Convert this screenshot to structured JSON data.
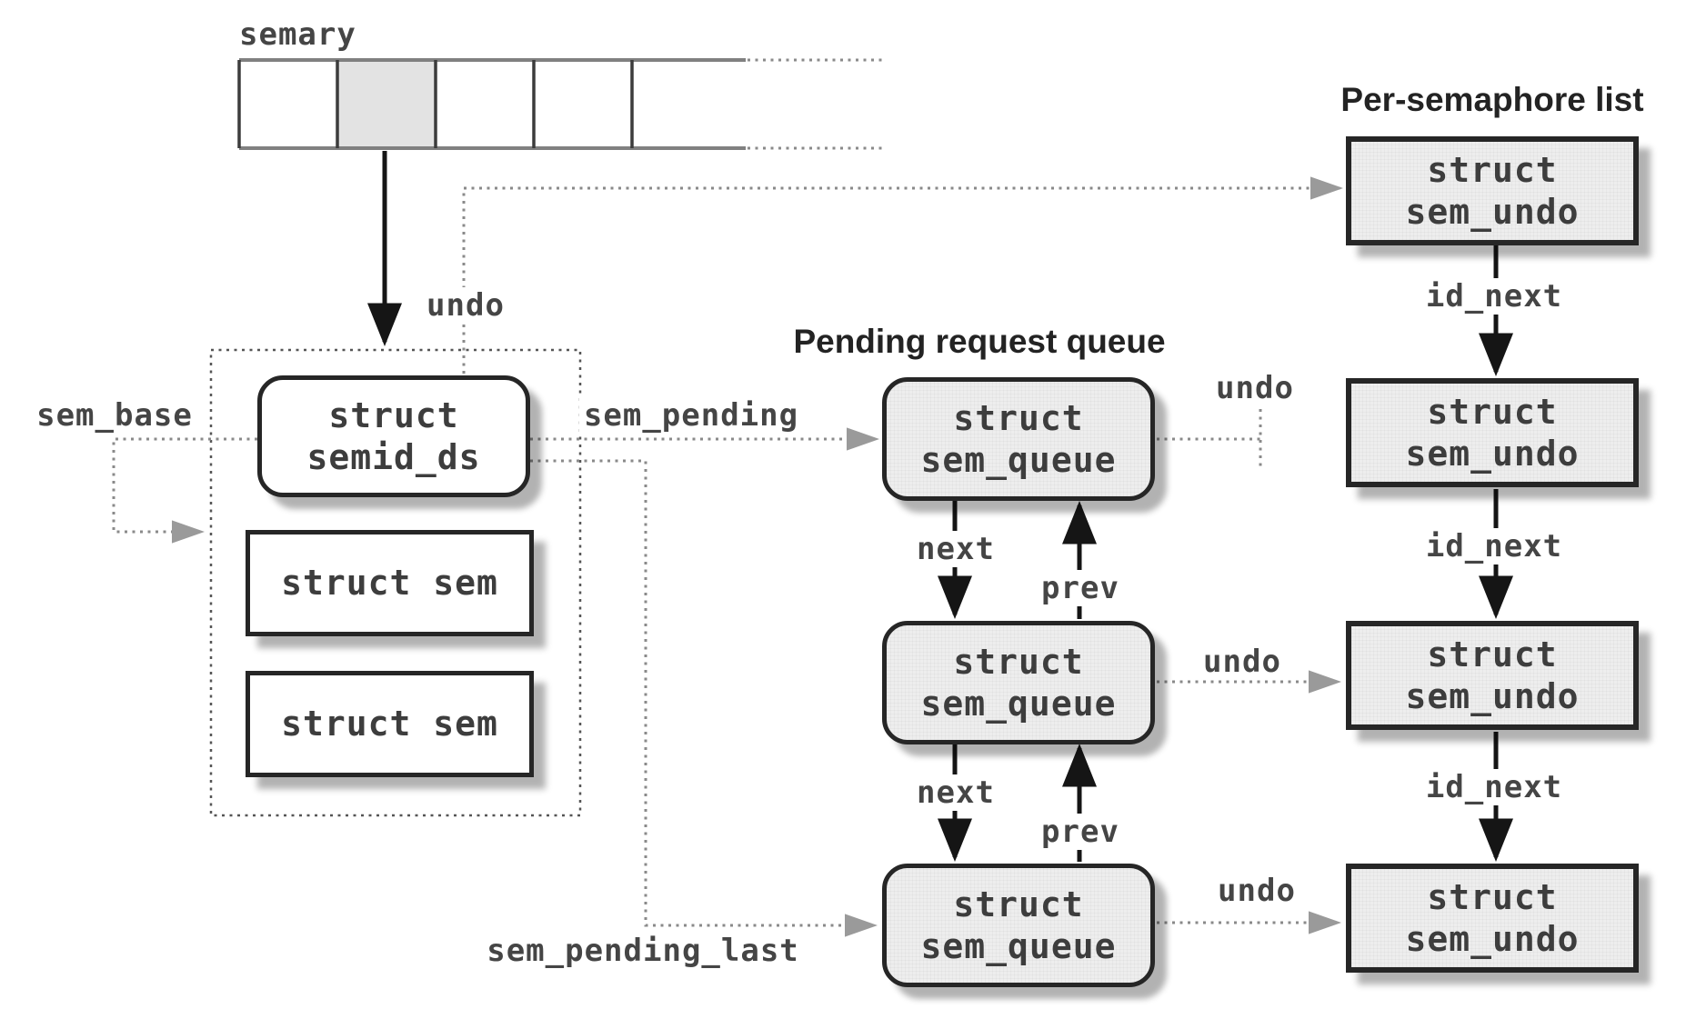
{
  "titles": {
    "pending_queue": "Pending request queue",
    "per_semaphore": "Per-semaphore list"
  },
  "array": {
    "label": "semary"
  },
  "boxes": {
    "semid_ds": {
      "line1": "struct",
      "line2": "semid_ds"
    },
    "sem": {
      "line1": "struct sem"
    },
    "sem_queue": {
      "line1": "struct",
      "line2": "sem_queue"
    },
    "sem_undo": {
      "line1": "struct",
      "line2": "sem_undo"
    }
  },
  "labels": {
    "undo": "undo",
    "sem_base": "sem_base",
    "sem_pending": "sem_pending",
    "sem_pending_last": "sem_pending_last",
    "next": "next",
    "prev": "prev",
    "id_next": "id_next"
  },
  "colors": {
    "box_border": "#262626",
    "gray_fill": "#eeeeee",
    "dotted_line": "#8a8a8a",
    "black_arrow": "#151515",
    "gray_arrowhead": "#9a9a9a",
    "shaded_cell": "#e3e3e3"
  }
}
